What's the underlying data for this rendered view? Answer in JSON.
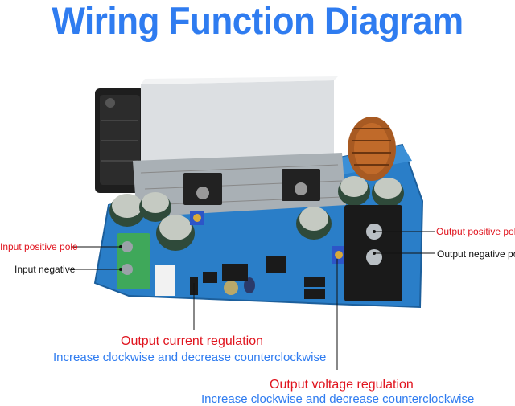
{
  "title": "Wiring Function Diagram",
  "labels": {
    "input_positive": "Input positive pole",
    "input_negative": "Input negative",
    "output_positive": "Output positive pole",
    "output_negative": "Output negative pole",
    "current_regulation": "Output current regulation",
    "current_instruction": "Increase clockwise and decrease counterclockwise",
    "voltage_regulation": "Output voltage regulation",
    "voltage_instruction": "Increase clockwise and decrease counterclockwise"
  },
  "colors": {
    "title": "#2f7cf0",
    "red_text": "#e0141e",
    "blue_text": "#2f7cf0",
    "pcb": "#2a7ec8",
    "heatsink": "#d9dde0",
    "terminal_green": "#3fa85a",
    "terminal_black": "#1a1a1a"
  },
  "icons": [
    "pcb-board-image",
    "heatsink",
    "fan",
    "capacitor",
    "inductor-coil",
    "potentiometer",
    "screw-terminal"
  ]
}
